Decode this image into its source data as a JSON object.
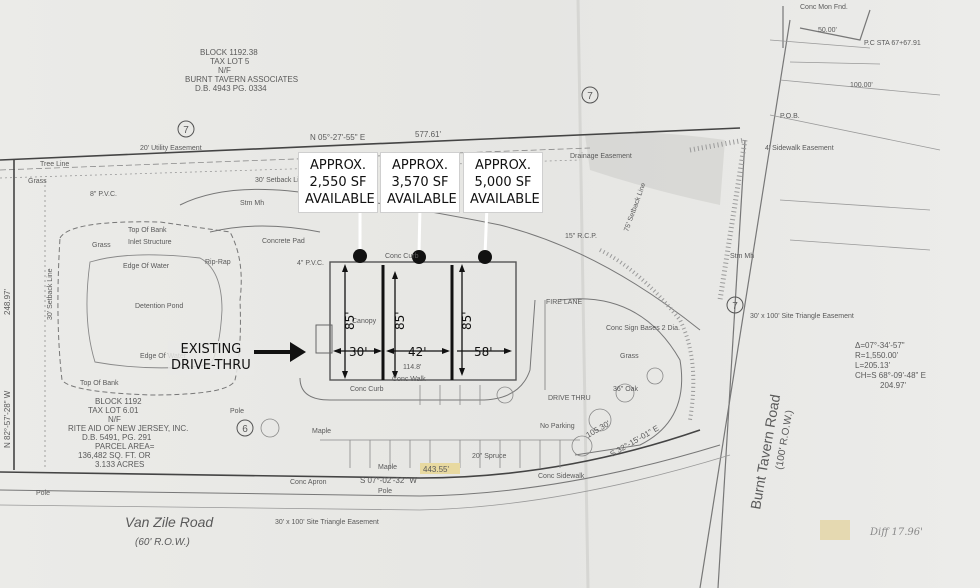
{
  "callouts": [
    {
      "line1": "APPROX.",
      "line2": "2,550 SF",
      "line3": "AVAILABLE"
    },
    {
      "line1": "APPROX.",
      "line2": "3,570 SF",
      "line3": "AVAILABLE"
    },
    {
      "line1": "APPROX.",
      "line2": "5,000 SF",
      "line3": "AVAILABLE"
    }
  ],
  "existing_drive_thru": {
    "line1": "EXISTING",
    "line2": "DRIVE-THRU"
  },
  "dimensions": {
    "width_1": "30'",
    "width_2": "42'",
    "width_3": "58'",
    "depth_1": "85'",
    "depth_2": "85'",
    "depth_3": "85'"
  },
  "block_top": {
    "line1": "BLOCK 1192.38",
    "line2": "TAX LOT 5",
    "line3": "N/F",
    "line4": "BURNT TAVERN ASSOCIATES",
    "line5": "D.B. 4943 PG. 0334"
  },
  "block_left": {
    "line1": "BLOCK 1192",
    "line2": "TAX LOT 6.01",
    "line3": "N/F",
    "line4": "RITE AID OF NEW JERSEY, INC.",
    "line5": "D.B. 5491, PG. 291",
    "line6": "PARCEL AREA=",
    "line7": "136,482 SQ. FT. OR",
    "line8": "3.133 ACRES"
  },
  "bearings": {
    "north": "N 05°-27'-55\" E",
    "north_dist": "577.61'",
    "south": "S 07°-02'-32\" W",
    "south_dist": "443.55'",
    "west": "N 82°-57'-28\" W",
    "west_dist": "248.97'",
    "east": "S 32°-15'-01\" E",
    "east_dist": "105.30'"
  },
  "curve": {
    "delta": "Δ=07°-34'-57\"",
    "radius": "R=1,550.00'",
    "length": "L=205.13'",
    "chord": "CH=S 68°-09'-48\" E",
    "chord_len": "204.97'"
  },
  "roads": {
    "van_zile": "Van Zile Road",
    "van_zile_row": "(60' R.O.W.)",
    "burnt_tavern": "Burnt Tavern Road",
    "burnt_tavern_row": "(100' R.O.W.)"
  },
  "labels": {
    "utility_easement": "20' Utility Easement",
    "setback_30": "30' Setback Line",
    "drainage_easement": "Drainage Easement",
    "sidewalk_easement": "4' Sidewalk Easement",
    "top_of_bank": "Top Of Bank",
    "inlet_structure": "Inlet Structure",
    "edge_of_water": "Edge Of Water",
    "detention_pond": "Detention Pond",
    "concrete_pad": "Concrete Pad",
    "rip_rap": "Rip-Rap",
    "canopy": "Canopy",
    "conc_walk": "Conc Walk",
    "conc_curb": "Conc Curb",
    "fire_lane": "FIRE LANE",
    "drive_thru": "DRIVE THRU",
    "no_parking": "No Parking",
    "grass": "Grass",
    "maple": "Maple",
    "spruce": "20\" Spruce",
    "oak": "36\" Oak",
    "pole": "Pole",
    "pob": "P.O.B.",
    "conc_mon": "Conc Mon Fnd.",
    "triangle_easement": "30' x 100' Site Triangle Easement",
    "dist_50": "50.00'",
    "dist_100": "100.00'",
    "pc_sta": "P.C STA 67+67.91",
    "bldg_dim": "114.8'",
    "setback_75": "75' Setback Line",
    "rcp": "15\" R.C.P.",
    "pvc": "8\" P.V.C.",
    "pvc4": "4\" P.V.C.",
    "stm_mh": "Stm Mh",
    "conc_apron": "Conc Apron",
    "sign_bases": "Conc Sign Bases 2 Dia.",
    "conc_sidewalk": "Conc Sidewalk",
    "tree_line": "Tree Line",
    "handwritten": "Diff 17.96'"
  },
  "colors": {
    "marker": "#111111",
    "linework": "#6d6d6d",
    "stippled": "#8f8f8f",
    "highlight": "#e8d9a0"
  }
}
